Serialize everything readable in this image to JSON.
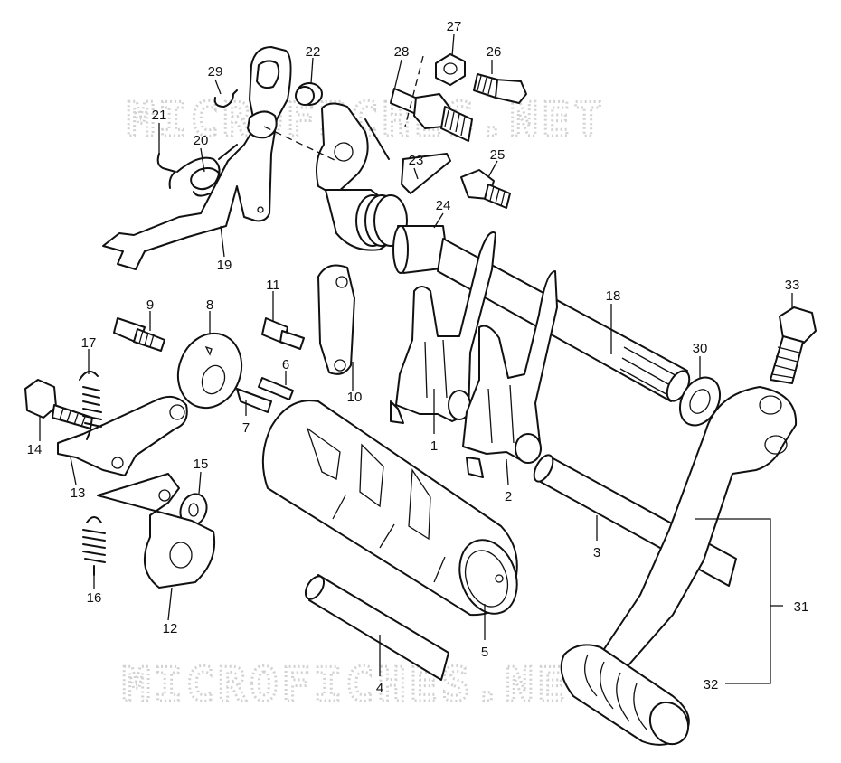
{
  "watermark": "MICROFICHES.NET",
  "callouts": {
    "c1": "1",
    "c2": "2",
    "c3": "3",
    "c4": "4",
    "c5": "5",
    "c6": "6",
    "c7": "7",
    "c8": "8",
    "c9": "9",
    "c10": "10",
    "c11": "11",
    "c12": "12",
    "c13": "13",
    "c14": "14",
    "c15": "15",
    "c16": "16",
    "c17": "17",
    "c18": "18",
    "c19": "19",
    "c20": "20",
    "c21": "21",
    "c22": "22",
    "c23": "23",
    "c24": "24",
    "c25": "25",
    "c26": "26",
    "c27": "27",
    "c28": "28",
    "c29": "29",
    "c30": "30",
    "c31": "31",
    "c32": "32",
    "c33": "33"
  }
}
